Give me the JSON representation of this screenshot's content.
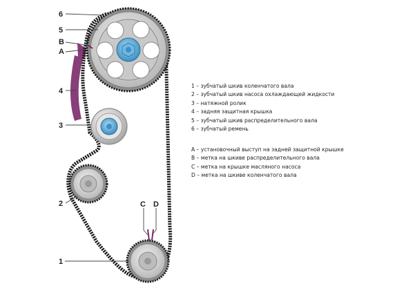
{
  "callouts": {
    "n1": "1",
    "n2": "2",
    "n3": "3",
    "n4": "4",
    "n5": "5",
    "n6": "6",
    "A": "A",
    "B": "B",
    "C": "C",
    "D": "D"
  },
  "legend_parts": [
    "1 – зубчатый шкив коленчатого вала",
    "2 – зубчатый шкив насоса охлаждающей жидкости",
    "3 – натяжной ролик",
    "4 – задняя защитная крышка",
    "5 – зубчатый шкив распределительного вала",
    "6 – зубчатый ремень"
  ],
  "legend_marks": [
    "A – установочный выступ на задней защитной крышке",
    "B – метка на шкиве распределительного вала",
    "C – метка на крышке масляного насоса",
    "D – метка на шкиве коленчатого вала"
  ],
  "colors": {
    "belt": "#1a1a1a",
    "pulley_rim": "#9a9a9a",
    "pulley_face": "#d9d9d9",
    "hub_blue": "#5aaad8",
    "cover_purple": "#7a2a6a",
    "leader": "#444444"
  }
}
